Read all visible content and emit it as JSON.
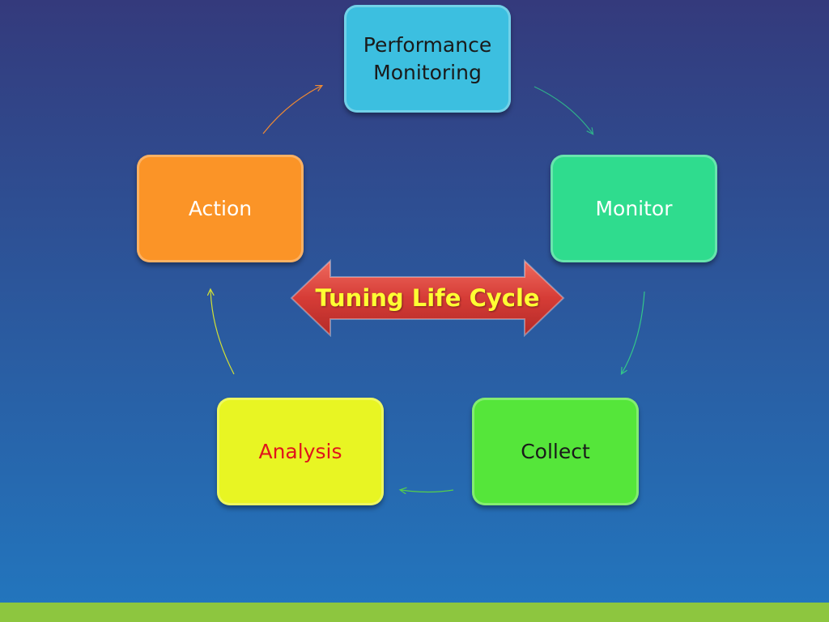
{
  "diagram": {
    "title_arrow": {
      "label": "Tuning Life Cycle",
      "text_color": "#ffff33",
      "fill": "#d63c36"
    },
    "nodes": [
      {
        "id": "performance",
        "label": "Performance\nMonitoring",
        "fill": "#3cbfe0",
        "text_color": "#1a1a1a"
      },
      {
        "id": "monitor",
        "label": "Monitor",
        "fill": "#2fdc8e",
        "text_color": "#ffffff"
      },
      {
        "id": "collect",
        "label": "Collect",
        "fill": "#55e63a",
        "text_color": "#1a1a1a"
      },
      {
        "id": "analysis",
        "label": "Analysis",
        "fill": "#e8f523",
        "text_color": "#e0141c"
      },
      {
        "id": "action",
        "label": "Action",
        "fill": "#fb9427",
        "text_color": "#ffffff"
      }
    ],
    "edges": [
      {
        "from": "performance",
        "to": "monitor",
        "color": "#2fae8a"
      },
      {
        "from": "monitor",
        "to": "collect",
        "color": "#33c68a"
      },
      {
        "from": "collect",
        "to": "analysis",
        "color": "#55d04a"
      },
      {
        "from": "analysis",
        "to": "action",
        "color": "#d2e034"
      },
      {
        "from": "action",
        "to": "performance",
        "color": "#f08a32"
      }
    ]
  },
  "theme": {
    "background_top": "#343a7c",
    "background_bottom": "#2277bf",
    "footer_bar": "#8dc63f"
  }
}
